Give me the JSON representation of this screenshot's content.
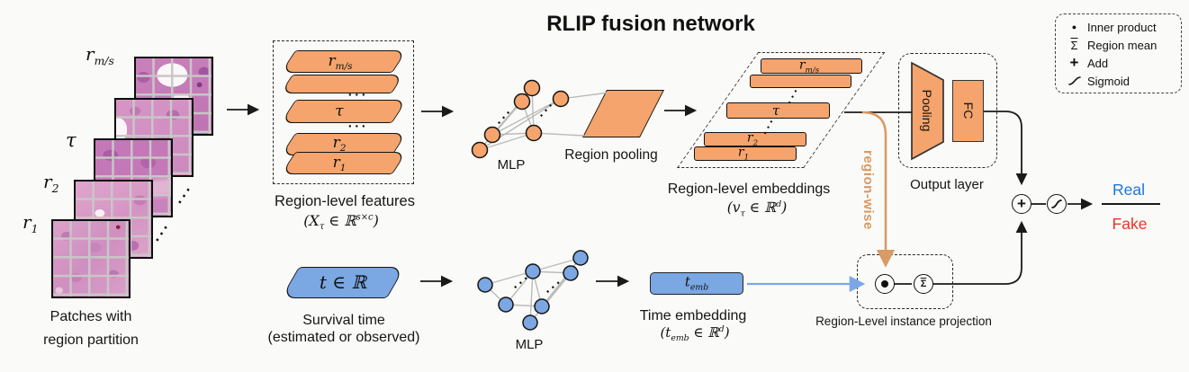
{
  "title": "RLIP fusion network",
  "ellipsis": "···",
  "patch_stack": {
    "caption_line1": "Patches with",
    "caption_line2": "region partition",
    "label_rms_base": "r",
    "label_rms_sub": "m/s",
    "label_tau": "τ",
    "label_r2_base": "r",
    "label_r2_sub": "2",
    "label_r1_base": "r",
    "label_r1_sub": "1"
  },
  "features": {
    "caption": "Region-level features",
    "f_pre": "(X",
    "f_sub": "τ",
    "f_mid": " ∈ ℝ",
    "f_sup": "s×c",
    "f_post": ")",
    "slab_rms_base": "r",
    "slab_rms_sub": "m/s",
    "slab_tau": "τ",
    "slab_r2_base": "r",
    "slab_r2_sub": "2",
    "slab_r1_base": "r",
    "slab_r1_sub": "1"
  },
  "mlp_top_label": "MLP",
  "region_pooling_label": "Region pooling",
  "embeddings": {
    "caption": "Region-level embeddings",
    "f_pre": "(v",
    "f_sub": "τ",
    "f_mid": " ∈ ℝ",
    "f_sup": "d",
    "f_post": ")",
    "bar_rms_base": "r",
    "bar_rms_sub": "m/s",
    "bar_tau": "τ",
    "bar_r2_base": "r",
    "bar_r2_sub": "2",
    "bar_r1_base": "r",
    "bar_r1_sub": "1"
  },
  "region_wise_label": "region-wise",
  "output_layer": {
    "caption": "Output layer",
    "pooling": "Pooling",
    "fc": "FC"
  },
  "ops": {
    "plus": "+",
    "sigma": "Σ"
  },
  "legend": {
    "dot": "●",
    "sigma": "Σ",
    "plus": "+",
    "inner_product": "Inner product",
    "region_mean": "Region mean",
    "add": "Add",
    "sigmoid": "Sigmoid"
  },
  "survival": {
    "value": "t ∈ ℝ",
    "caption_line1": "Survival time",
    "caption_line2": "(estimated or observed)"
  },
  "mlp_bottom_label": "MLP",
  "time_embedding": {
    "box_base": "t",
    "box_sub": "emb",
    "caption": "Time embedding",
    "f_pre": "(t",
    "f_sub": "emb",
    "f_mid": " ∈ ℝ",
    "f_sup": "d",
    "f_post": ")"
  },
  "projection_caption": "Region-Level instance projection",
  "outputs": {
    "real": "Real",
    "fake": "Fake"
  },
  "colors": {
    "orange": "#F4A46C",
    "blue": "#7BA7E2",
    "real_blue": "#1B76D9",
    "fake_red": "#EF3227",
    "region_wise_orange": "#D99A63",
    "tissue_pink": "#D795BF",
    "grid_gray": "#C9C6C7"
  }
}
